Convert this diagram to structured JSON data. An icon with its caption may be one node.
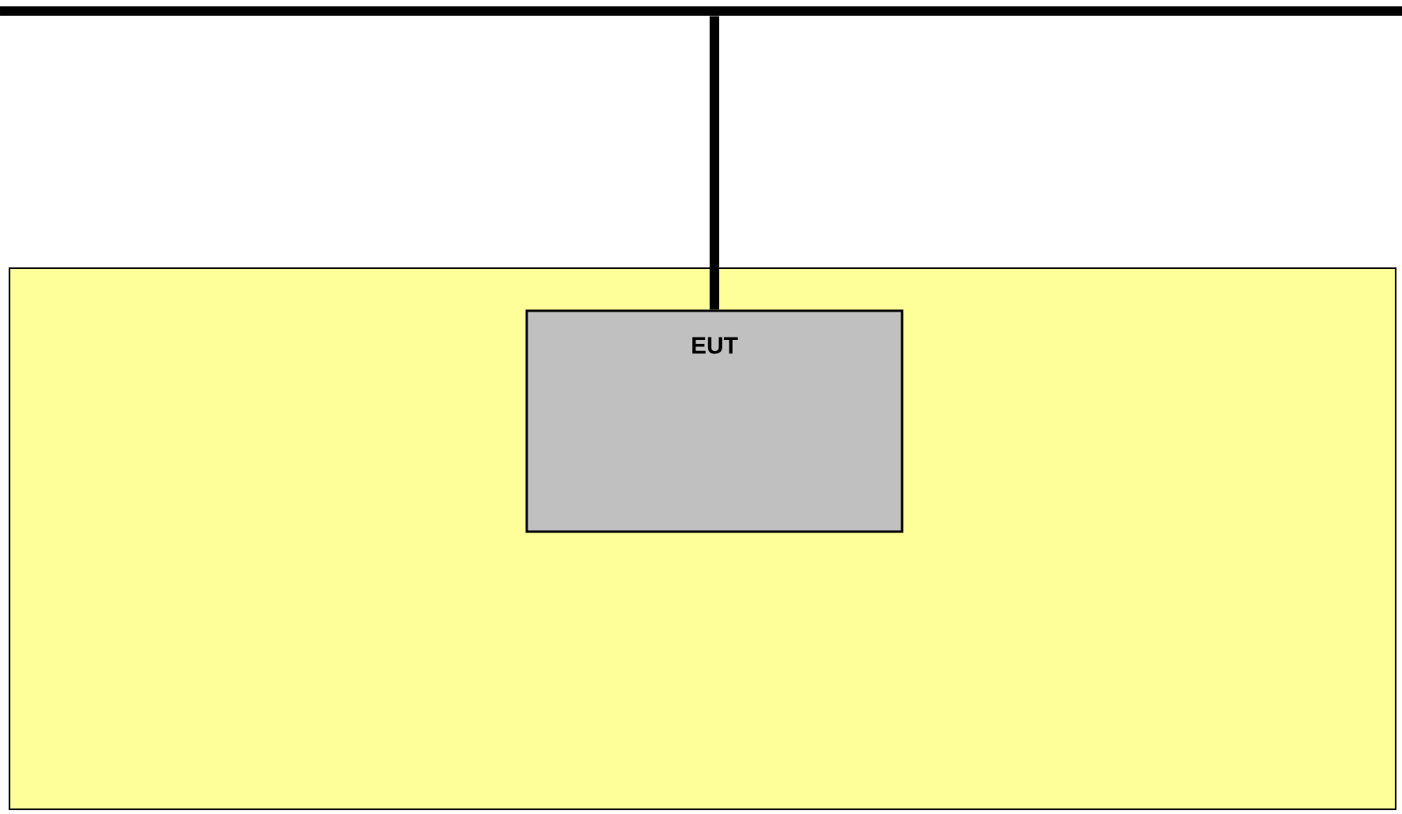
{
  "diagram": {
    "nodes": [
      {
        "text": [],
        "shape": "bar"
      },
      {
        "text": [],
        "shape": "box"
      },
      {
        "text": [
          "EUT"
        ],
        "in": 1
      }
    ],
    "edges": [
      {
        "from": 0,
        "to": 2,
        "arrow": "none"
      }
    ]
  }
}
